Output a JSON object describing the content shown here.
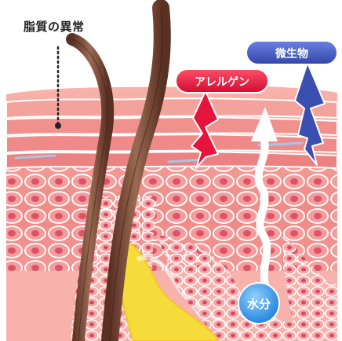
{
  "labels": {
    "lipid_abnormality": "脂質の異常",
    "allergen": "アレルゲン",
    "microbe": "微生物",
    "water": "水分"
  },
  "colors": {
    "allergen_red": "#e6143c",
    "microbe_blue": "#3a4fb0",
    "water_blue": "#2a8de0",
    "skin_pink": "#f59a9a",
    "hair_brown": "#7a4a38",
    "fat_yellow": "#f6e04a"
  }
}
